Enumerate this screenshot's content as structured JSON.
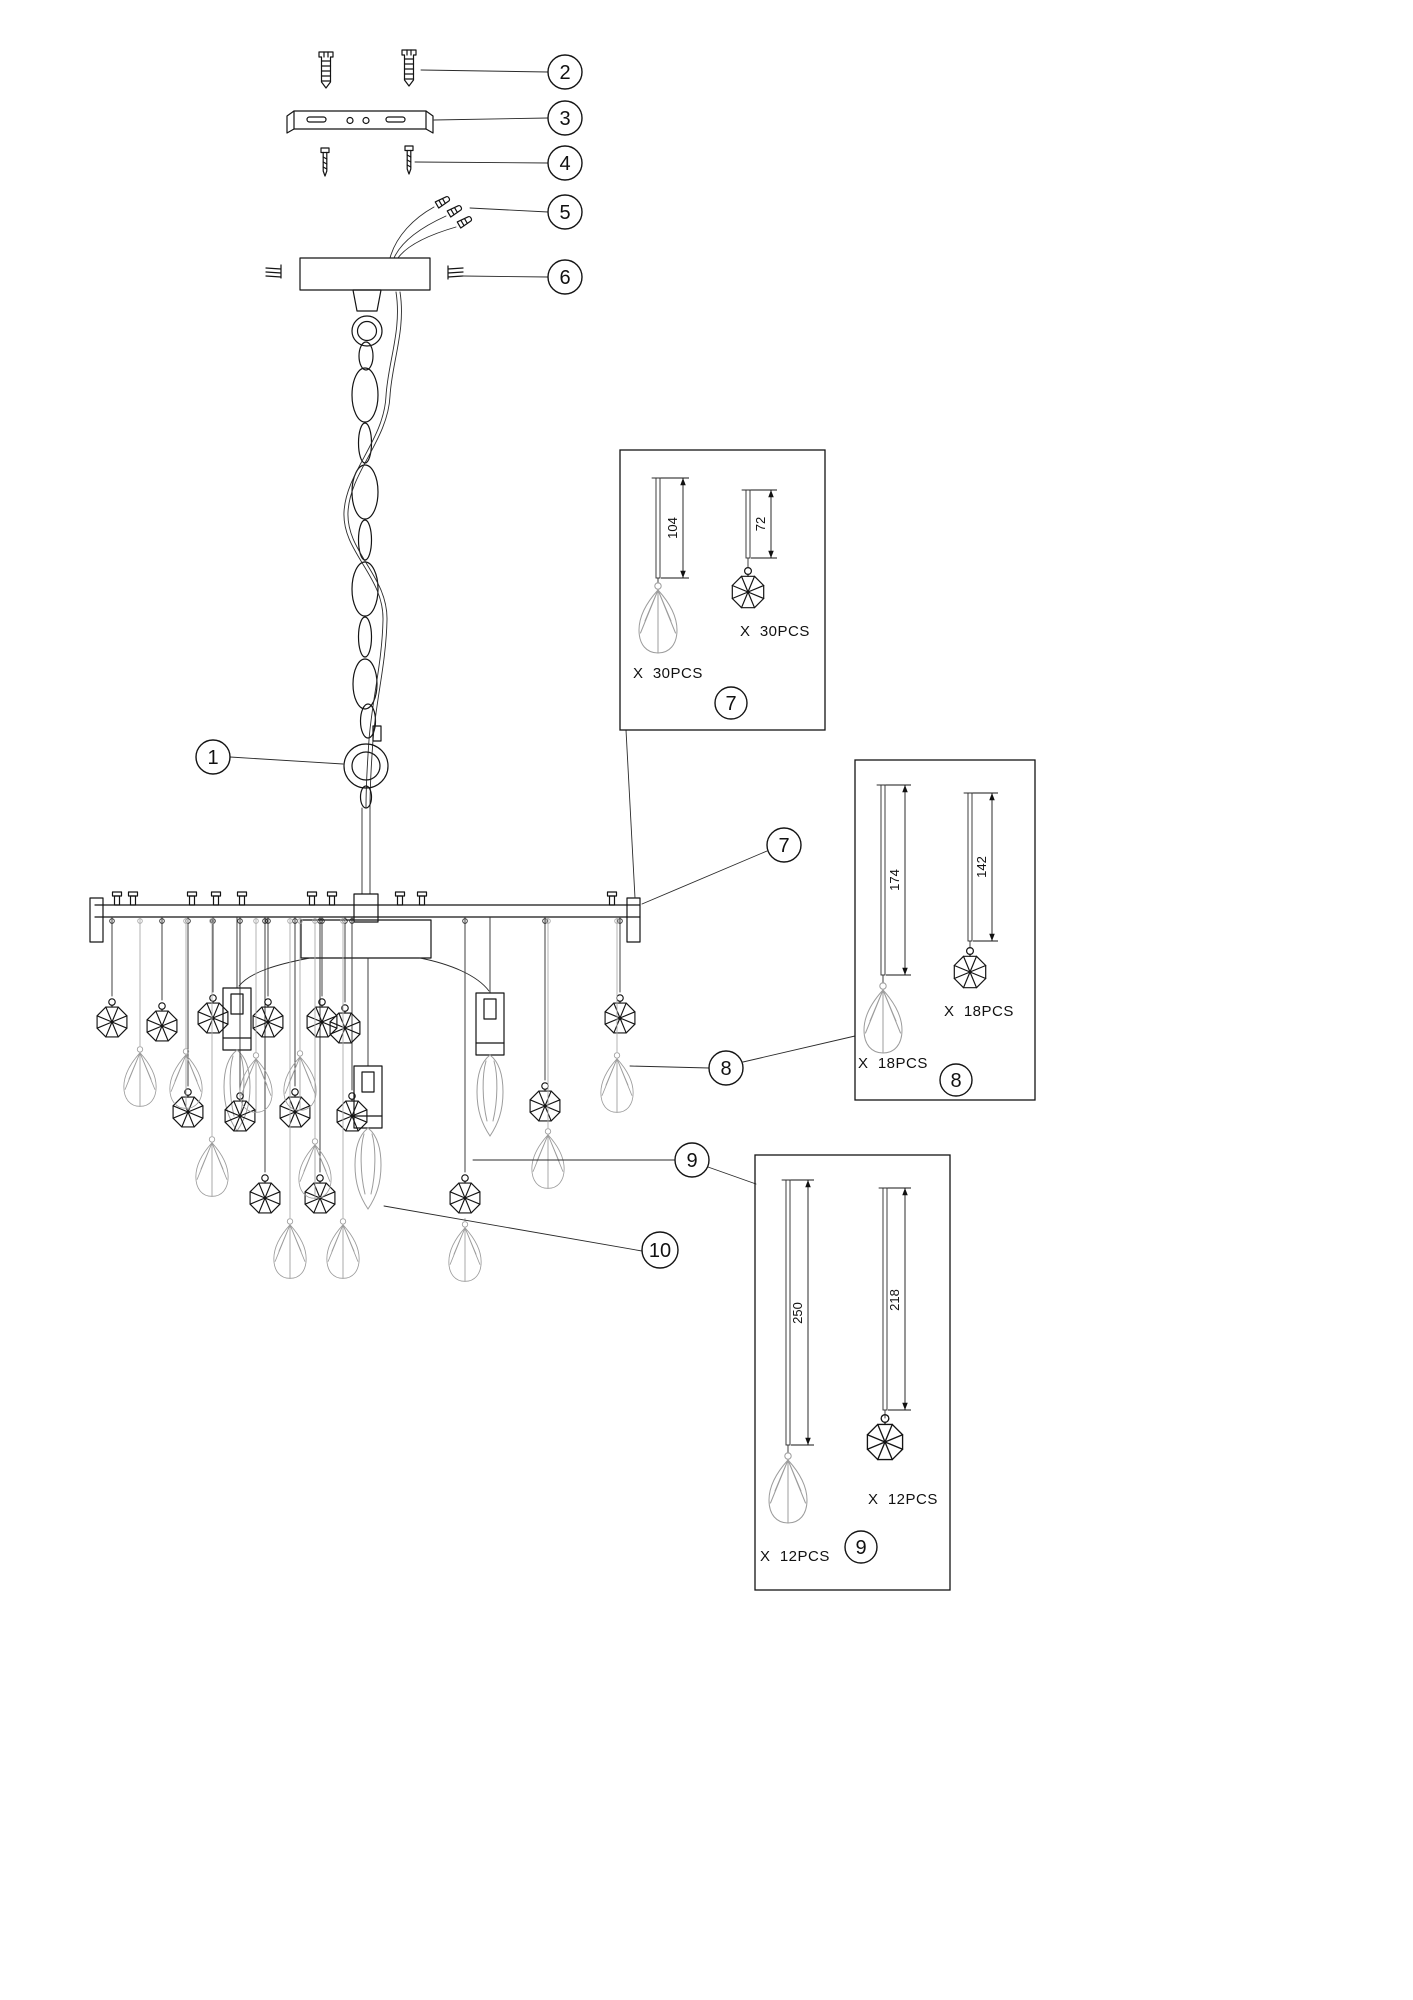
{
  "callouts": {
    "1": "1",
    "2": "2",
    "3": "3",
    "4": "4",
    "5": "5",
    "6": "6",
    "7": "7",
    "8": "8",
    "9": "9",
    "10": "10"
  },
  "detail_boxes": {
    "box7": {
      "number": "7",
      "teardrop_rod_mm": "104",
      "teardrop_count": "X  30PCS",
      "octagon_rod_mm": "72",
      "octagon_count": "X  30PCS"
    },
    "box8": {
      "number": "8",
      "teardrop_rod_mm": "174",
      "teardrop_count": "X  18PCS",
      "octagon_rod_mm": "142",
      "octagon_count": "X  18PCS"
    },
    "box9": {
      "number": "9",
      "teardrop_rod_mm": "250",
      "teardrop_count": "X  12PCS",
      "octagon_rod_mm": "218",
      "octagon_count": "X  12PCS"
    }
  }
}
